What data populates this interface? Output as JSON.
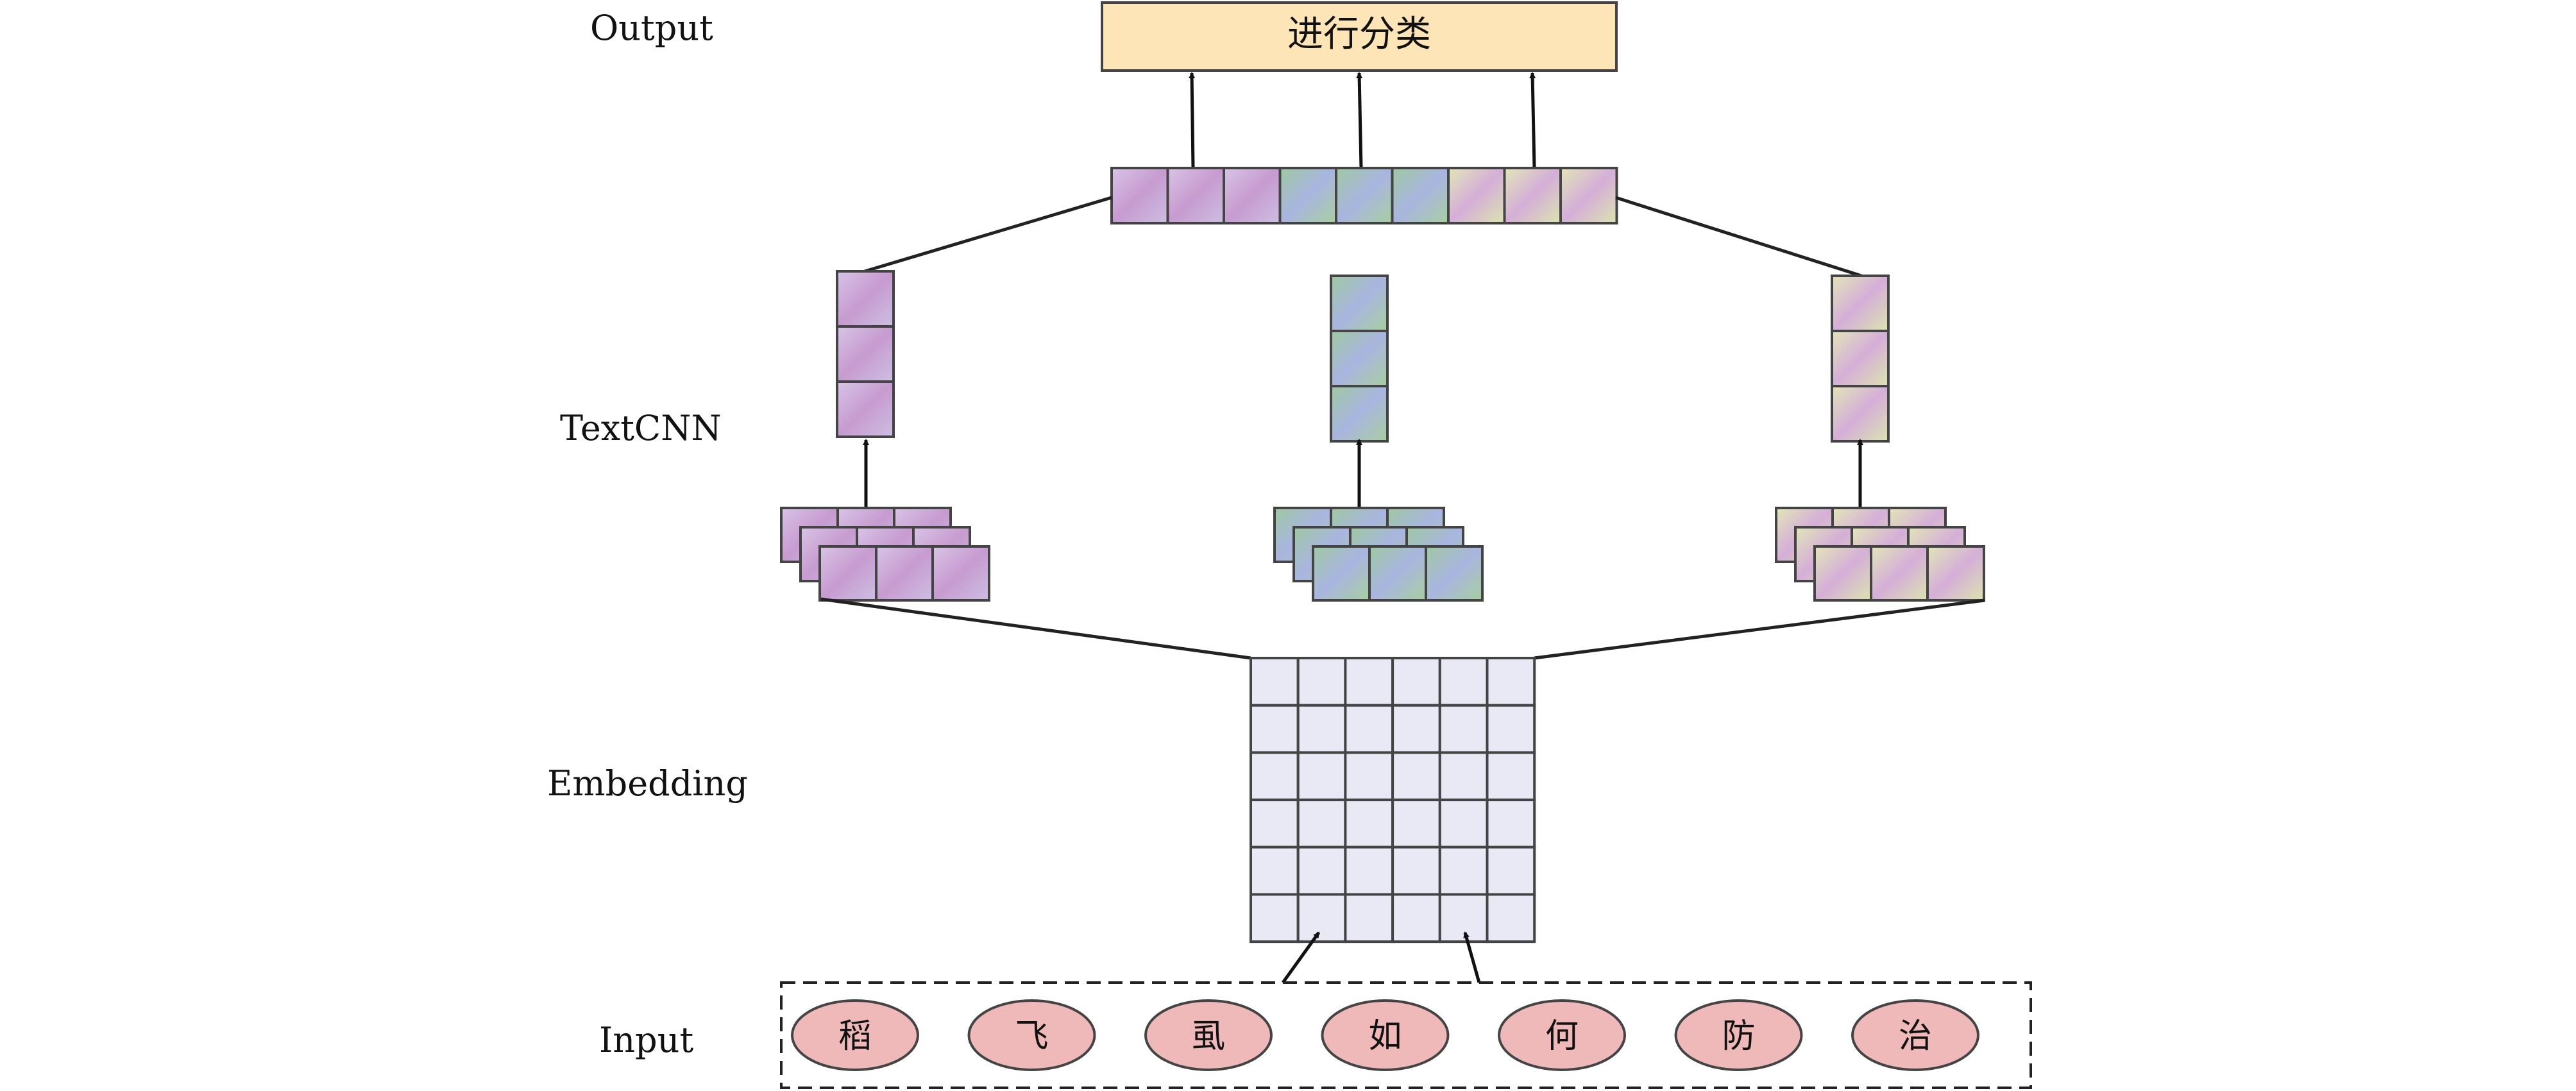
{
  "layers": {
    "output": "Output",
    "textcnn": "TextCNN",
    "embedding": "Embedding",
    "input": "Input"
  },
  "output_box": {
    "label": "进行分类"
  },
  "input_tokens": [
    "稻",
    "飞",
    "虱",
    "如",
    "何",
    "防",
    "治"
  ],
  "branches": [
    {
      "id": "left",
      "cell_colors": [
        "#c9a8d4",
        "#d4c2e4"
      ]
    },
    {
      "id": "middle",
      "cell_colors": [
        "#a7c6a8",
        "#b6b4df"
      ]
    },
    {
      "id": "right",
      "cell_colors": [
        "#d9dfb4",
        "#d6b2d8"
      ]
    }
  ],
  "colors": {
    "output_fill": "#fde5b8",
    "token_fill": "#f0b9b9",
    "embedding_fill": "#e8e9f5",
    "stroke": "#444444"
  }
}
